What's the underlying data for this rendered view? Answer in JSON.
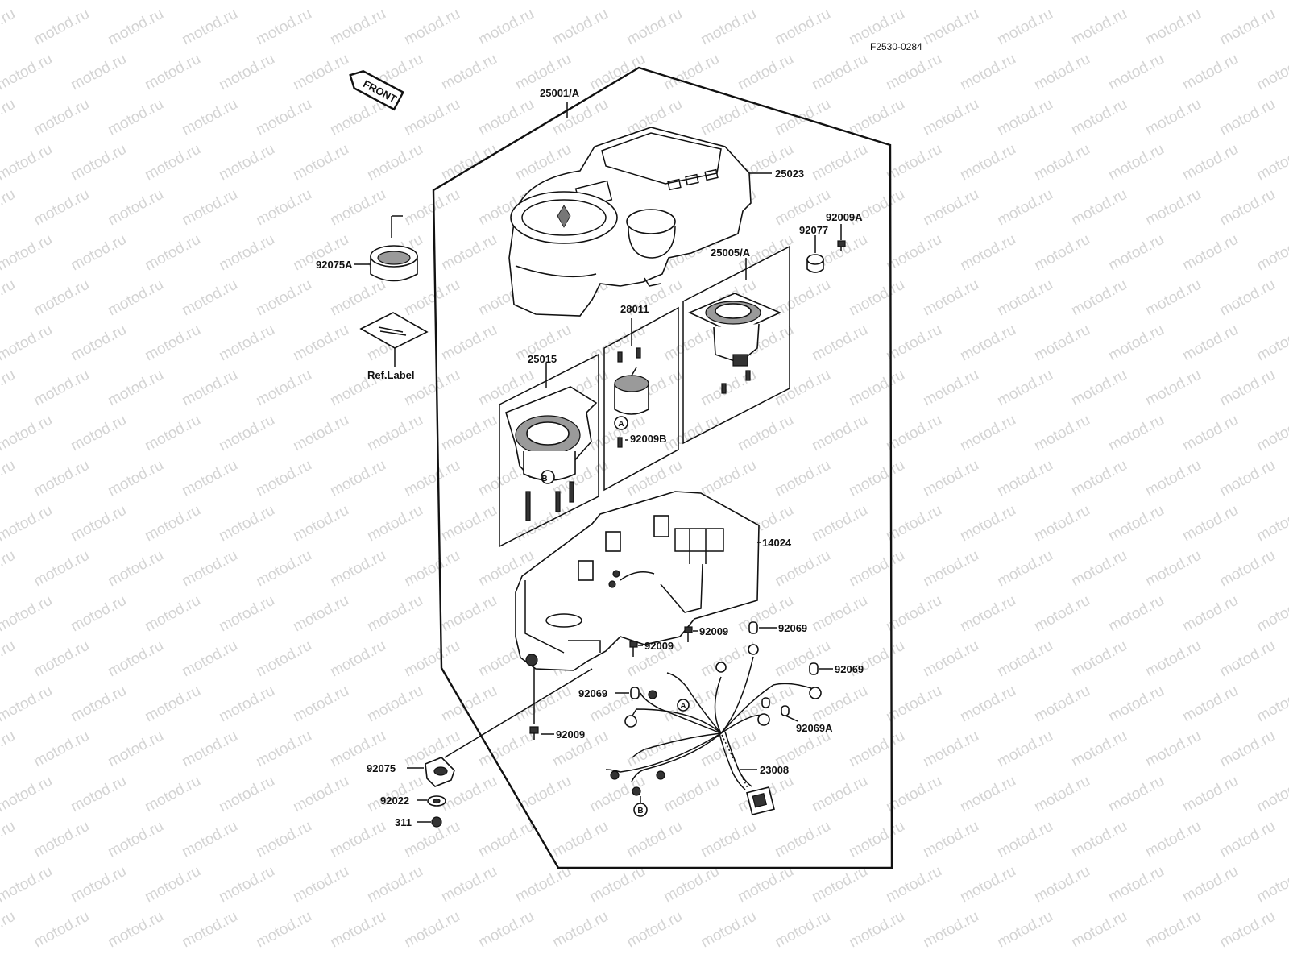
{
  "figure_code": "F2530-0284",
  "direction_tag": "FRONT",
  "watermark": "motod.ru",
  "labels": {
    "assy": "25001/A",
    "cover": "25023",
    "case": "14024",
    "meter_25015": "25015",
    "meter_28011": "28011",
    "meter_25005": "25005/A",
    "harness": "23008",
    "cap": "92075A",
    "ref_label": "Ref.Label",
    "grommet_92077": "92077",
    "screw_92009A": "92009A",
    "screw_92009B": "92009B",
    "screw_92009_a": "92009",
    "screw_92009_b": "92009",
    "screw_92009_c": "92009",
    "socket_92069_a": "92069",
    "socket_92069_b": "92069",
    "socket_92069_c": "92069",
    "socket_92069A": "92069A",
    "damper_92075": "92075",
    "washer_92022": "92022",
    "nut_311": "311",
    "ref_A_1": "A",
    "ref_A_2": "A",
    "ref_B_1": "B",
    "ref_B_2": "B"
  }
}
